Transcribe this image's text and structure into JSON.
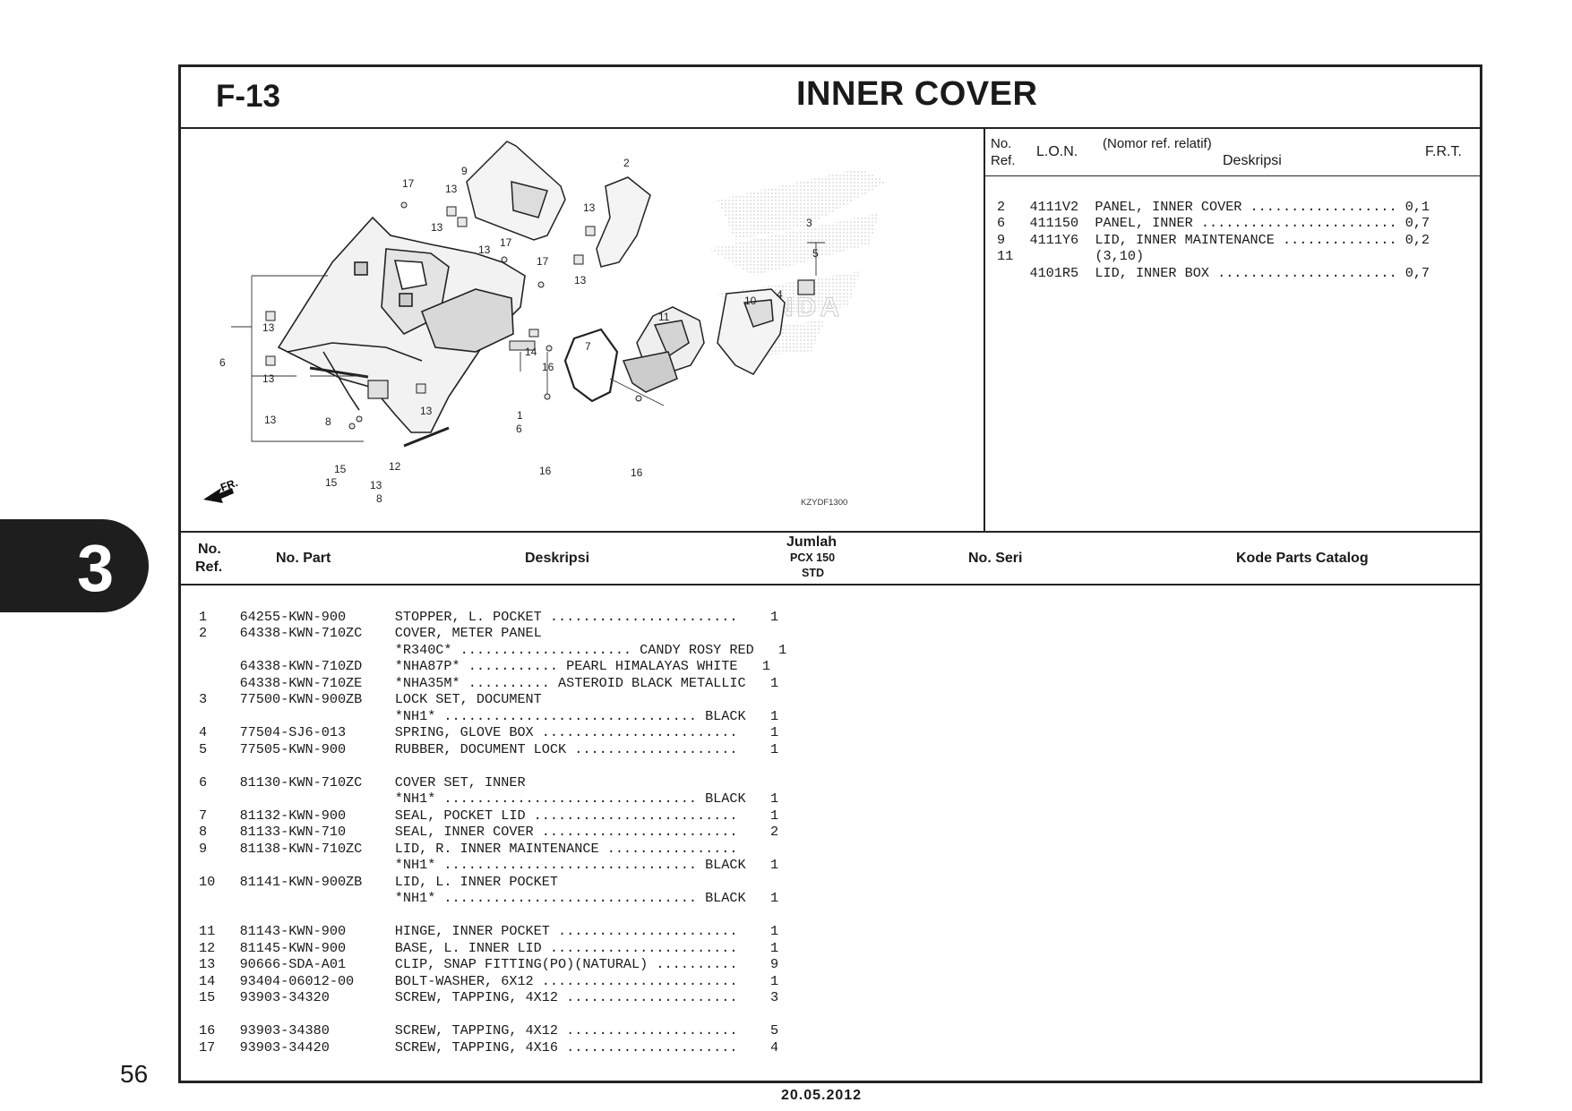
{
  "header": {
    "code": "F-13",
    "title": "INNER COVER"
  },
  "side_tab": "3",
  "page_number": "56",
  "date": "20.05.2012",
  "diagram": {
    "code": "KZYDF1300",
    "front_label": "FR.",
    "callouts": [
      "2",
      "9",
      "17",
      "13",
      "13",
      "13",
      "13",
      "17",
      "17",
      "13",
      "3",
      "5",
      "4",
      "10",
      "11",
      "7",
      "14",
      "16",
      "13",
      "13",
      "6",
      "13",
      "1",
      "6",
      "8",
      "13",
      "12",
      "15",
      "15",
      "13",
      "8",
      "16",
      "16"
    ]
  },
  "lon_table": {
    "headers": {
      "no_ref_1": "No.",
      "no_ref_2": "Ref.",
      "lon": "L.O.N.",
      "desc_note": "(Nomor ref. relatif)",
      "desc": "Deskripsi",
      "frt": "F.R.T."
    },
    "rows": [
      "2   4111V2  PANEL, INNER COVER .................. 0,1",
      "6   411150  PANEL, INNER ........................ 0,7",
      "9   4111Y6  LID, INNER MAINTENANCE .............. 0,2",
      "11          (3,10)",
      "    4101R5  LID, INNER BOX ...................... 0,7"
    ]
  },
  "parts_table": {
    "headers": {
      "no_ref_1": "No.",
      "no_ref_2": "Ref.",
      "no_part": "No. Part",
      "desc": "Deskripsi",
      "qty_1": "Jumlah",
      "qty_2": "PCX 150",
      "qty_3": "STD",
      "serial": "No. Seri",
      "catalog": "Kode Parts Catalog"
    },
    "rows": [
      "1    64255-KWN-900      STOPPER, L. POCKET .......................    1",
      "2    64338-KWN-710ZC    COVER, METER PANEL",
      "                        *R340C* ..................... CANDY ROSY RED   1",
      "     64338-KWN-710ZD    *NHA87P* ........... PEARL HIMALAYAS WHITE   1",
      "     64338-KWN-710ZE    *NHA35M* .......... ASTEROID BLACK METALLIC   1",
      "3    77500-KWN-900ZB    LOCK SET, DOCUMENT",
      "                        *NH1* ............................... BLACK   1",
      "4    77504-SJ6-013      SPRING, GLOVE BOX ........................    1",
      "5    77505-KWN-900      RUBBER, DOCUMENT LOCK ....................    1",
      "",
      "6    81130-KWN-710ZC    COVER SET, INNER",
      "                        *NH1* ............................... BLACK   1",
      "7    81132-KWN-900      SEAL, POCKET LID .........................    1",
      "8    81133-KWN-710      SEAL, INNER COVER ........................    2",
      "9    81138-KWN-710ZC    LID, R. INNER MAINTENANCE ................",
      "                        *NH1* ............................... BLACK   1",
      "10   81141-KWN-900ZB    LID, L. INNER POCKET",
      "                        *NH1* ............................... BLACK   1",
      "",
      "11   81143-KWN-900      HINGE, INNER POCKET ......................    1",
      "12   81145-KWN-900      BASE, L. INNER LID .......................    1",
      "13   90666-SDA-A01      CLIP, SNAP FITTING(PO)(NATURAL) ..........    9",
      "14   93404-06012-00     BOLT-WASHER, 6X12 ........................    1",
      "15   93903-34320        SCREW, TAPPING, 4X12 .....................    3",
      "",
      "16   93903-34380        SCREW, TAPPING, 4X12 .....................    5",
      "17   93903-34420        SCREW, TAPPING, 4X16 .....................    4"
    ]
  }
}
